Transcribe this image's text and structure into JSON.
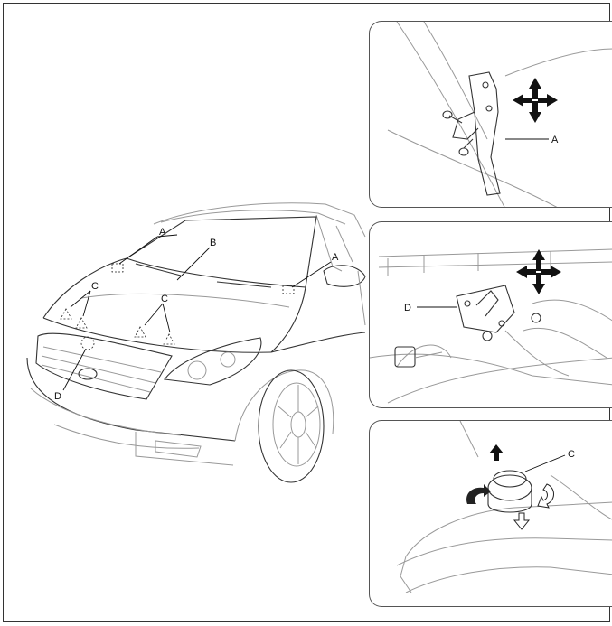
{
  "labels": {
    "car": {
      "A1": "A",
      "A2": "A",
      "B": "B",
      "C1": "C",
      "C2": "C",
      "D": "D"
    },
    "top_panel": {
      "A": "A"
    },
    "mid_panel": {
      "D": "D"
    },
    "bot_panel": {
      "C": "C"
    }
  },
  "colors": {
    "ink": "#111111",
    "line": "#999999",
    "border": "#555555"
  }
}
